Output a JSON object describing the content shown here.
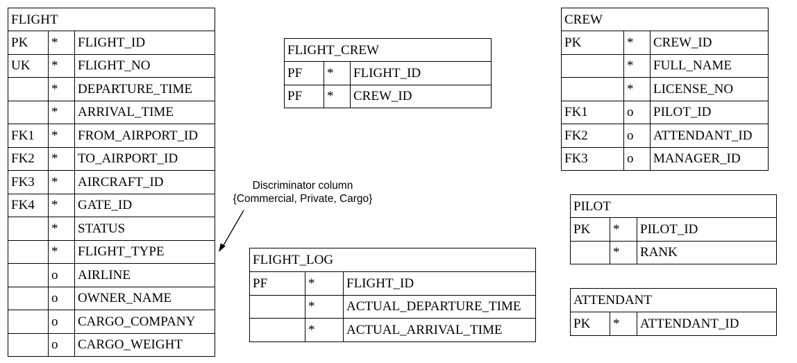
{
  "entities": {
    "flight": {
      "title": "FLIGHT",
      "rows": [
        {
          "key": "PK",
          "req": "*",
          "field": "FLIGHT_ID"
        },
        {
          "key": "UK",
          "req": "*",
          "field": "FLIGHT_NO"
        },
        {
          "key": "",
          "req": "*",
          "field": "DEPARTURE_TIME"
        },
        {
          "key": "",
          "req": "*",
          "field": "ARRIVAL_TIME"
        },
        {
          "key": "FK1",
          "req": "*",
          "field": "FROM_AIRPORT_ID"
        },
        {
          "key": "FK2",
          "req": "*",
          "field": "TO_AIRPORT_ID"
        },
        {
          "key": "FK3",
          "req": "*",
          "field": "AIRCRAFT_ID"
        },
        {
          "key": "FK4",
          "req": "*",
          "field": "GATE_ID"
        },
        {
          "key": "",
          "req": "*",
          "field": "STATUS"
        },
        {
          "key": "",
          "req": "*",
          "field": "FLIGHT_TYPE"
        },
        {
          "key": "",
          "req": "o",
          "field": "AIRLINE"
        },
        {
          "key": "",
          "req": "o",
          "field": "OWNER_NAME"
        },
        {
          "key": "",
          "req": "o",
          "field": "CARGO_COMPANY"
        },
        {
          "key": "",
          "req": "o",
          "field": "CARGO_WEIGHT"
        }
      ]
    },
    "flight_crew": {
      "title": "FLIGHT_CREW",
      "rows": [
        {
          "key": "PF",
          "req": "*",
          "field": "FLIGHT_ID"
        },
        {
          "key": "PF",
          "req": "*",
          "field": "CREW_ID"
        }
      ]
    },
    "crew": {
      "title": "CREW",
      "rows": [
        {
          "key": "PK",
          "req": "*",
          "field": "CREW_ID"
        },
        {
          "key": "",
          "req": "*",
          "field": "FULL_NAME"
        },
        {
          "key": "",
          "req": "*",
          "field": "LICENSE_NO"
        },
        {
          "key": "FK1",
          "req": "o",
          "field": "PILOT_ID"
        },
        {
          "key": "FK2",
          "req": "o",
          "field": "ATTENDANT_ID"
        },
        {
          "key": "FK3",
          "req": "o",
          "field": "MANAGER_ID"
        }
      ]
    },
    "pilot": {
      "title": "PILOT",
      "rows": [
        {
          "key": "PK",
          "req": "*",
          "field": "PILOT_ID"
        },
        {
          "key": "",
          "req": "*",
          "field": "RANK"
        }
      ]
    },
    "flight_log": {
      "title": "FLIGHT_LOG",
      "rows": [
        {
          "key": "PF",
          "req": "*",
          "field": "FLIGHT_ID"
        },
        {
          "key": "",
          "req": "*",
          "field": "ACTUAL_DEPARTURE_TIME"
        },
        {
          "key": "",
          "req": "*",
          "field": "ACTUAL_ARRIVAL_TIME"
        }
      ]
    },
    "attendant": {
      "title": "ATTENDANT",
      "rows": [
        {
          "key": "PK",
          "req": "*",
          "field": "ATTENDANT_ID"
        }
      ]
    }
  },
  "annotation": {
    "line1": "Discriminator column",
    "line2": "{Commercial, Private, Cargo}"
  }
}
